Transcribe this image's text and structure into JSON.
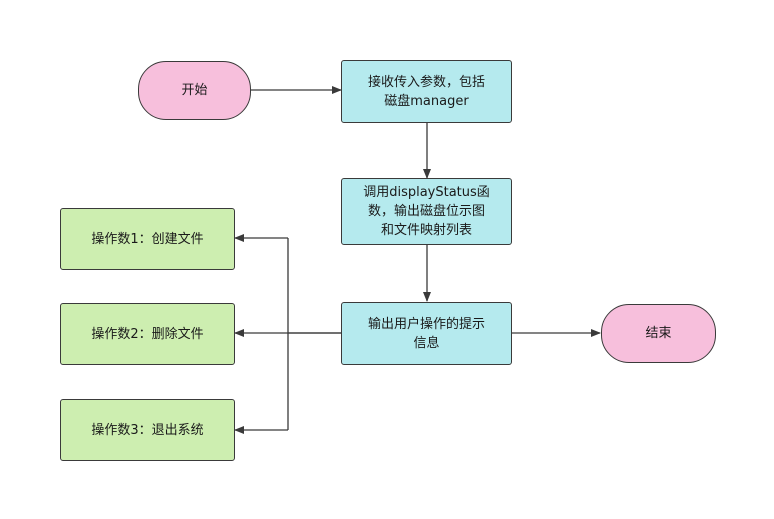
{
  "nodes": {
    "start": {
      "label": "开始"
    },
    "receive_params": {
      "label": "接收传入参数，包括\n磁盘manager"
    },
    "display_status": {
      "label": "调用displayStatus函\n数，输出磁盘位示图\n和文件映射列表"
    },
    "output_prompt": {
      "label": "输出用户操作的提示\n信息"
    },
    "end": {
      "label": "结束"
    },
    "op_create": {
      "label": "操作数1：创建文件"
    },
    "op_delete": {
      "label": "操作数2：删除文件"
    },
    "op_exit": {
      "label": "操作数3：退出系统"
    }
  },
  "colors": {
    "terminal_fill": "#f7bfdc",
    "process_fill": "#b5eaee",
    "option_fill": "#cdeeb0",
    "stroke": "#3a3a3a"
  }
}
